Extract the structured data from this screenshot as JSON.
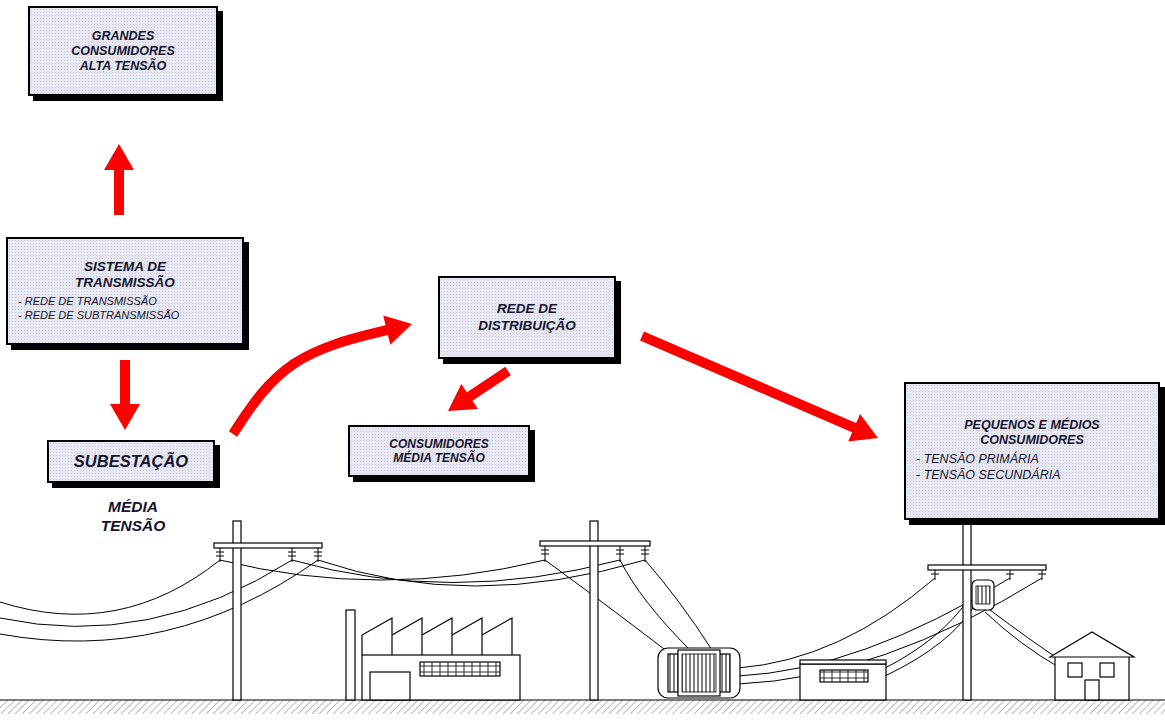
{
  "diagram": {
    "nodes": [
      {
        "text": [
          "GRANDES CONSUMIDORES ALTA TENSÃO"
        ]
      },
      {
        "text": [
          "SISTEMA DE TRANSMISSÃO",
          "- REDE DE TRANSMISSÃO",
          "- REDE DE SUBTRANSMISSÃO"
        ]
      },
      {
        "text": [
          "REDE DE DISTRIBUIÇÃO"
        ]
      },
      {
        "text": [
          "SUBESTAÇÃO"
        ]
      },
      {
        "text": [
          "CONSUMIDORES MÉDIA TENSÃO"
        ]
      },
      {
        "text": [
          "PEQUENOS E MÉDIOS CONSUMIDORES",
          "- TENSÃO PRIMÁRIA",
          "- TENSÃO SECUNDÁRIA"
        ]
      }
    ],
    "edges": [
      {
        "from": 1,
        "to": 0,
        "arrow": "to"
      },
      {
        "from": 1,
        "to": 3,
        "arrow": "to"
      },
      {
        "from": 3,
        "to": 2,
        "arrow": "to"
      },
      {
        "from": 2,
        "to": 4,
        "arrow": "to"
      },
      {
        "from": 2,
        "to": 5,
        "arrow": "to"
      }
    ],
    "labels": [
      "MÉDIA TENSÃO"
    ]
  }
}
